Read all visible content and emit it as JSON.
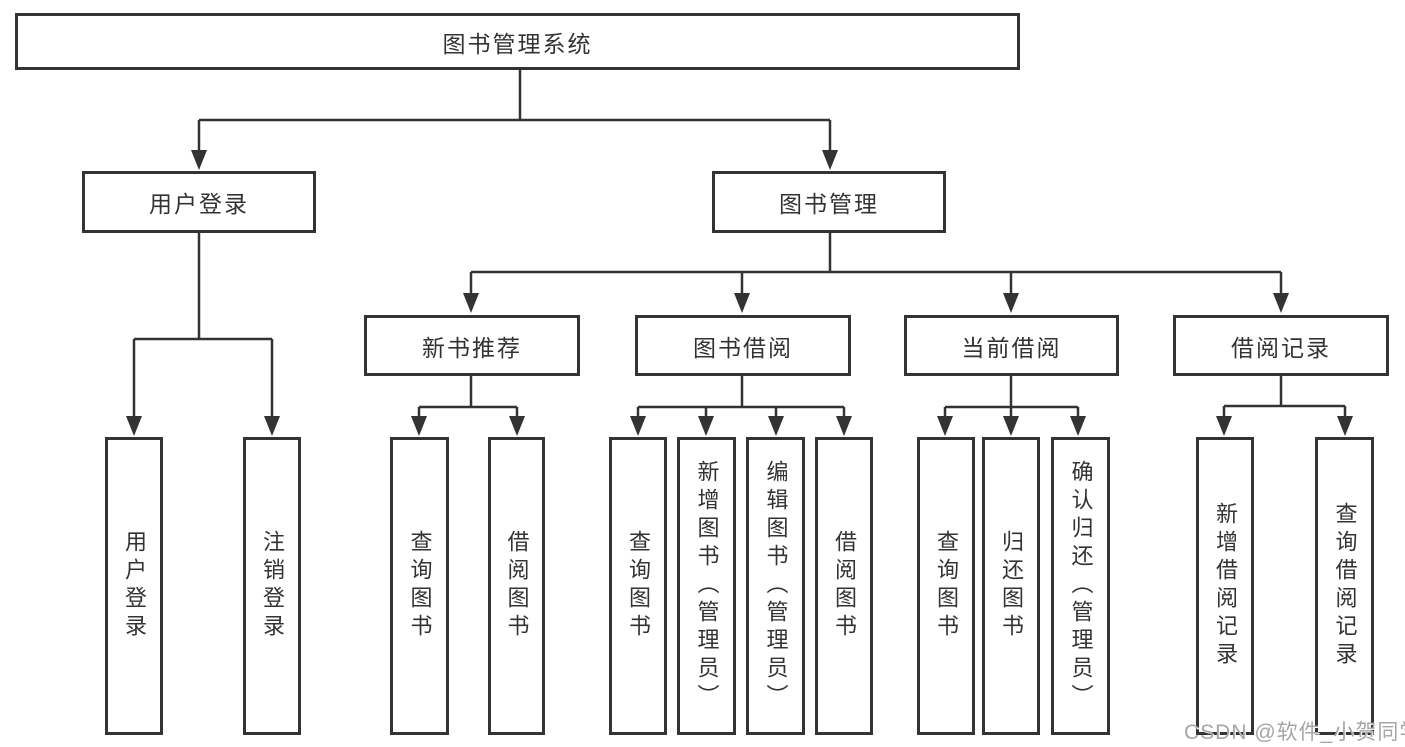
{
  "tree": {
    "label": "图书管理系统",
    "children": [
      {
        "label": "用户登录",
        "children": [
          {
            "label": "用户登录"
          },
          {
            "label": "注销登录"
          }
        ]
      },
      {
        "label": "图书管理",
        "children": [
          {
            "label": "新书推荐",
            "children": [
              {
                "label": "查询图书"
              },
              {
                "label": "借阅图书"
              }
            ]
          },
          {
            "label": "图书借阅",
            "children": [
              {
                "label": "查询图书"
              },
              {
                "label": "新增图书（管理员）"
              },
              {
                "label": "编辑图书（管理员）"
              },
              {
                "label": "借阅图书"
              }
            ]
          },
          {
            "label": "当前借阅",
            "children": [
              {
                "label": "查询图书"
              },
              {
                "label": "归还图书"
              },
              {
                "label": "确认归还（管理员）"
              }
            ]
          },
          {
            "label": "借阅记录",
            "children": [
              {
                "label": "新增借阅记录"
              },
              {
                "label": "查询借阅记录"
              }
            ]
          }
        ]
      }
    ]
  },
  "watermark": "CSDN @软件_小贺同学",
  "colors": {
    "line": "#333333",
    "text": "#333333",
    "background": "#ffffff",
    "watermark": "#a6a6a6"
  }
}
